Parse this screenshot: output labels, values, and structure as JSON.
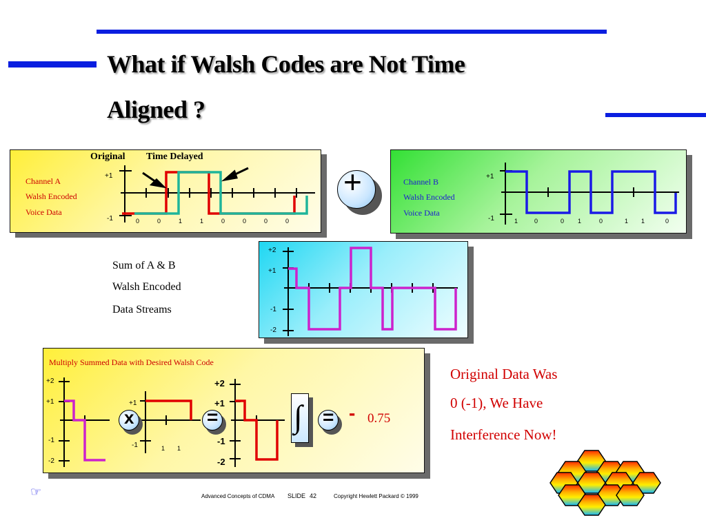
{
  "slide": {
    "title_line1": "What if Walsh Codes are Not Time",
    "title_line2": "Aligned ?"
  },
  "colors": {
    "deco_blue": "#0a1ee0",
    "channel_a_red": "#e00000",
    "channel_a_teal": "#1fb59a",
    "channel_b_blue": "#1a1ae6",
    "sum_magenta": "#cc22cc",
    "text_red": "#d10000"
  },
  "panel_a": {
    "legend_original": "Original",
    "legend_delayed": "Time Delayed",
    "label1": "Channel A",
    "label2": "Walsh Encoded",
    "label3": "Voice Data",
    "y_plus": "+1",
    "y_minus": "-1",
    "bits": [
      "0",
      "0",
      "1",
      "1",
      "0",
      "0",
      "0",
      "0"
    ]
  },
  "plus_symbol": "+",
  "panel_b": {
    "label1": "Channel B",
    "label2": "Walsh Encoded",
    "label3": "Voice Data",
    "y_plus": "+1",
    "y_minus": "-1",
    "bits": [
      "1",
      "0",
      "0",
      "1",
      "0",
      "1",
      "1",
      "0"
    ]
  },
  "sum_labels": {
    "line1": "Sum of A & B",
    "line2": "Walsh Encoded",
    "line3": "Data Streams"
  },
  "panel_sum": {
    "y_labels": [
      "+2",
      "+1",
      "-1",
      "-2"
    ]
  },
  "panel_mult": {
    "title": "Multiply Summed Data with Desired Walsh Code",
    "left_y_labels": [
      "+2",
      "+1",
      "-1",
      "-2"
    ],
    "code_y_labels": [
      "+1",
      "-1"
    ],
    "code_bits": [
      "1",
      "1"
    ],
    "result_y_labels": [
      "+2",
      "+1",
      "-1",
      "-2"
    ],
    "times_symbol": "x",
    "equals_symbol": "=",
    "integral_symbol": "∫",
    "result_sign": "-",
    "result_value": "0.75"
  },
  "conclusion": {
    "line1": "Original Data Was",
    "line2": "0 (-1), We Have",
    "line3": "Interference Now!"
  },
  "footer": {
    "course": "Advanced Concepts of CDMA",
    "slide_label": "SLIDE",
    "slide_number": "42",
    "copyright": "Copyright Hewlett Packard © 1999"
  }
}
